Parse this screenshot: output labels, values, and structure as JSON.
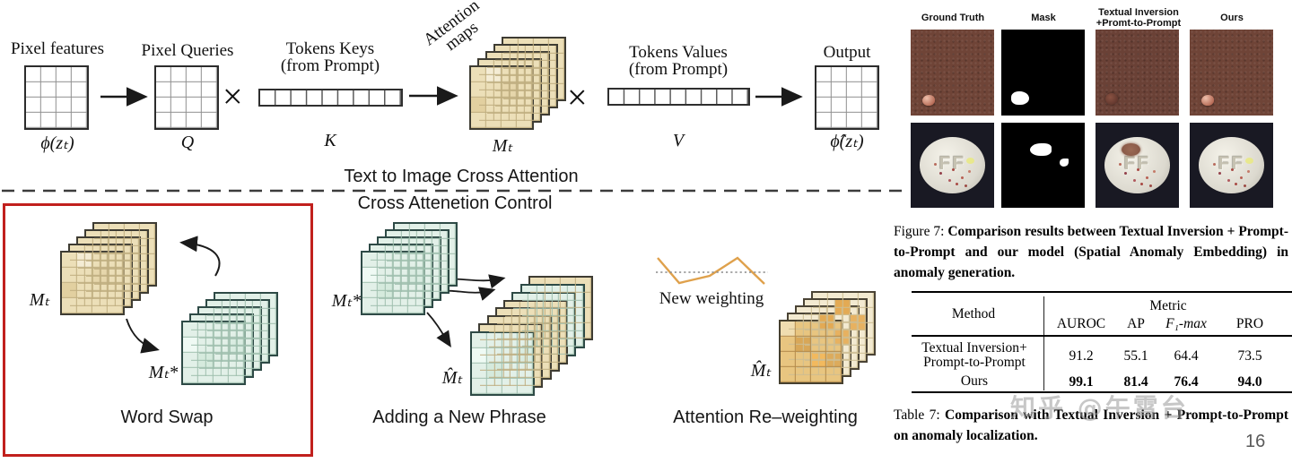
{
  "colors": {
    "tan": "#ecdfb8",
    "green": "#e2f0e8",
    "orange": "#e8c580",
    "red_box": "#c1201d",
    "zigzag": "#dfa14c"
  },
  "diagram": {
    "pixel_features": {
      "label": "Pixel features",
      "math": "ϕ(zₜ)"
    },
    "pixel_queries": {
      "label": "Pixel Queries",
      "math": "Q"
    },
    "tokens_keys": {
      "label": "Tokens Keys\n(from Prompt)",
      "math": "K"
    },
    "attention_maps": {
      "label": "Attention\nmaps",
      "math": "Mₜ"
    },
    "tokens_values": {
      "label": "Tokens Values\n(from Prompt)",
      "math": "V"
    },
    "output": {
      "label": "Output",
      "math": "ϕ̂(zₜ)"
    },
    "times": "×",
    "top_caption": "Text to Image Cross Attention",
    "bottom_caption": "Cross Attenetion Control",
    "word_swap": {
      "title": "Word Swap",
      "math_src": "Mₜ",
      "math_dst": "Mₜ*"
    },
    "adding_phrase": {
      "title": "Adding a New Phrase",
      "math_src": "Mₜ*",
      "math_dst": "M̂ₜ"
    },
    "reweighting": {
      "title": "Attention Re–weighting",
      "annotation": "New weighting",
      "math": "M̂ₜ"
    }
  },
  "panel": {
    "column_headers": [
      "Ground Truth",
      "Mask",
      "Textual Inversion\n+Promt-to-Prompt",
      "Ours"
    ],
    "pill_marking": "FF",
    "figure_caption": {
      "prefix": "Figure 7: ",
      "text": "Comparison results between Textual Inversion + Prompt-to-Prompt and our model (Spatial Anomaly Embedding) in anomaly generation."
    },
    "table": {
      "method_header": "Method",
      "metric_header": "Metric",
      "metric_columns": [
        "AUROC",
        "AP",
        "F₁-max",
        "PRO"
      ],
      "rows": [
        {
          "method": "Textual Inversion+\nPrompt-to-Prompt",
          "values": [
            "91.2",
            "55.1",
            "64.4",
            "73.5"
          ]
        },
        {
          "method": "Ours",
          "values": [
            "99.1",
            "81.4",
            "76.4",
            "94.0"
          ]
        }
      ]
    },
    "table_caption": {
      "prefix": "Table 7: ",
      "text": "Comparison with Textual Inversion + Prompt-to-Prompt on anomaly localization."
    },
    "watermark": "知乎 @午霄台",
    "page_number": "16"
  },
  "chart_data": {
    "type": "table",
    "title": "Comparison with Textual Inversion + Prompt-to-Prompt on anomaly localization",
    "columns": [
      "Method",
      "AUROC",
      "AP",
      "F1-max",
      "PRO"
    ],
    "rows": [
      [
        "Textual Inversion+ Prompt-to-Prompt",
        91.2,
        55.1,
        64.4,
        73.5
      ],
      [
        "Ours",
        99.1,
        81.4,
        76.4,
        94.0
      ]
    ]
  }
}
